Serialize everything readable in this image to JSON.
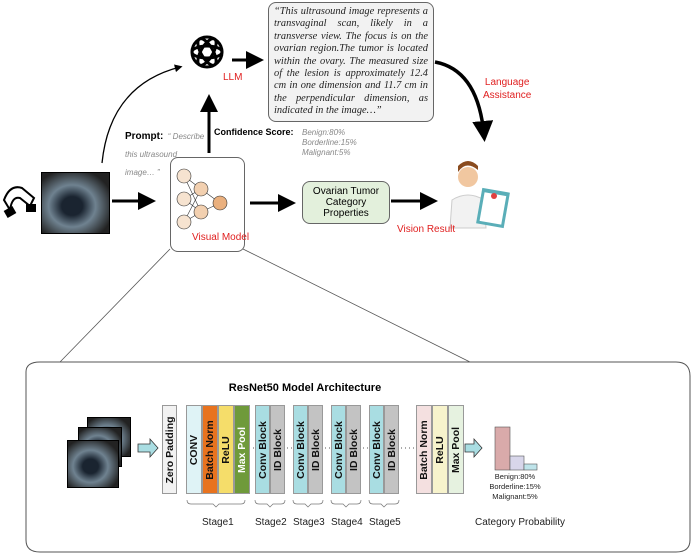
{
  "llm": {
    "icon": "openai-knot-icon",
    "label": "LLM"
  },
  "llm_output": "“This ultrasound image represents a transvaginal scan, likely in a transverse view. The focus is on the ovarian region.The tumor is located within the ovary. The measured size of the lesion is approximately 12.4 cm in one dimension and 11.7 cm in the perpendicular dimension, as indicated in the image…”",
  "language_assistance": [
    "Language",
    "Assistance"
  ],
  "prompt": {
    "label": "Prompt:",
    "text": "“ Describe this ultrasound image… ”"
  },
  "confidence": {
    "label": "Confidence Score:",
    "values": [
      "Benign:80%",
      "Borderline:15%",
      "Malignant:5%"
    ]
  },
  "visual_model": {
    "label": "Visual Model"
  },
  "properties": [
    "Ovarian Tumor",
    "Category Properties"
  ],
  "vision_result": "Vision Result",
  "resnet": {
    "title": "ResNet50 Model Architecture",
    "zero_padding": "Zero Padding",
    "stage1_blocks": [
      "CONV",
      "Batch Norm",
      "ReLU",
      "Max Pool"
    ],
    "stage_blocks": [
      "Conv Block",
      "ID Block"
    ],
    "final_blocks": [
      "Batch Norm",
      "ReLU",
      "Max Pool"
    ],
    "stages": [
      "Stage1",
      "Stage2",
      "Stage3",
      "Stage4",
      "Stage5"
    ],
    "probabilities": [
      "Benign:80%",
      "Borderline:15%",
      "Malignant:5%"
    ],
    "probability_values": [
      80,
      15,
      5
    ],
    "category_probability": "Category Probability"
  },
  "colors": {
    "label_red": "#e02020",
    "conv": "#dff3f6",
    "batch_norm": "#e8731f",
    "relu": "#f5dd6a",
    "max_pool": "#6f9a3a",
    "conv_block": "#a9dde2",
    "id_block": "#c3c3c3",
    "final_bn": "#f4e0e0",
    "final_relu": "#f7f3cc",
    "final_pool": "#e6f2e0",
    "prop_box": "#e3f0dc"
  }
}
